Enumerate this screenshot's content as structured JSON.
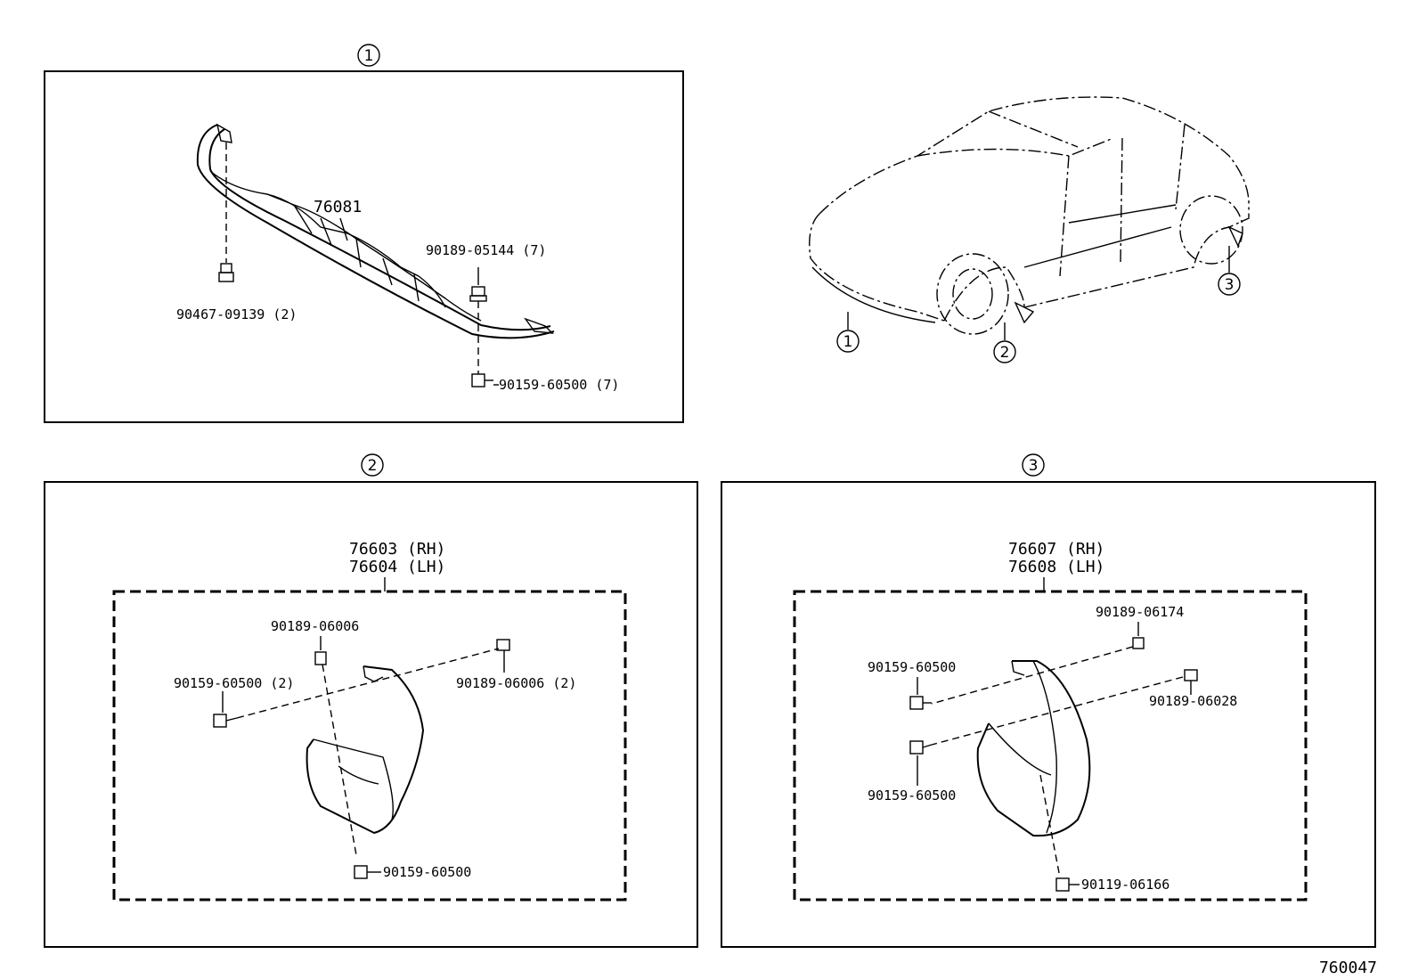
{
  "diagram_id": "760047",
  "sections": [
    {
      "marker": "1",
      "parts": [
        "76081",
        "90189-05144 (7)",
        "90467-09139 (2)",
        "90159-60500 (7)"
      ]
    },
    {
      "marker": "2",
      "header": [
        "76603 (RH)",
        "76604 (LH)"
      ],
      "parts": [
        "90189-06006",
        "90159-60500 (2)",
        "90189-06006 (2)",
        "90159-60500"
      ]
    },
    {
      "marker": "3",
      "header": [
        "76607 (RH)",
        "76608 (LH)"
      ],
      "parts": [
        "90189-06174",
        "90159-60500",
        "90189-06028",
        "90159-60500",
        "90119-06166"
      ]
    }
  ],
  "car_callouts": [
    "1",
    "2",
    "3"
  ]
}
